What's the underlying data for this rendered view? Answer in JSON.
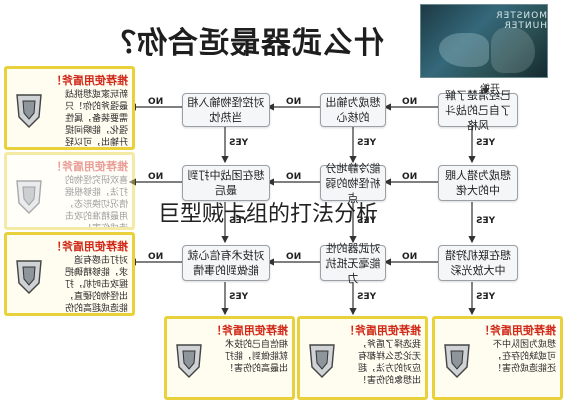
{
  "header": {
    "title": "什么武器最适合你？",
    "banner_logo_text": "MONSTER HUNTER",
    "start_label": "开始"
  },
  "questions": {
    "q1": "已经清楚了解了自己的战斗风格",
    "q2": "想成为输出的核心",
    "q3": "对控怪物输入相当热忱",
    "q4": "想成为猎人眼中的大佬",
    "q5": "能冷静地分析怪物的弱点",
    "q6": "想在团战中打到最后",
    "q7": "想在联机狩猎中大放光彩",
    "q8": "对武器的性能毫无抵抗力",
    "q9": "对技术有信心就能做到的事情"
  },
  "edge_labels": {
    "no": "NO",
    "yes": "YES"
  },
  "recommendations": [
    {
      "head": "推荐使用盾斧！",
      "text": "新玩家或想挑战最强斧的你！只需要装备，属性强化，能瞬间提升输出，可以轻松打败怪兽！"
    },
    {
      "head": "推荐使用盾斧！",
      "text": "喜欢研究怪物的打法，能够根据情况切换形态，用最精准的攻击造成伤害！"
    },
    {
      "head": "推荐使用盾斧！",
      "text": "对打击感有追求，能够精确把握攻击时机，打出怪物的硬直，能造成超高的伤害！"
    },
    {
      "head": "推荐使用盾斧！",
      "text": "相信自己的技术就能做到，能打出最高的伤害！"
    },
    {
      "head": "推荐使用盾斧！",
      "text": "我选择了盾斧，无论怎么样都有应对的方法，超出想象的伤害！"
    },
    {
      "head": "推荐使用盾斧！",
      "text": "想成为团队中不可或缺的存在，还能造成伤害！"
    }
  ],
  "overlay_caption": "巨型贼卡组的打法分析"
}
